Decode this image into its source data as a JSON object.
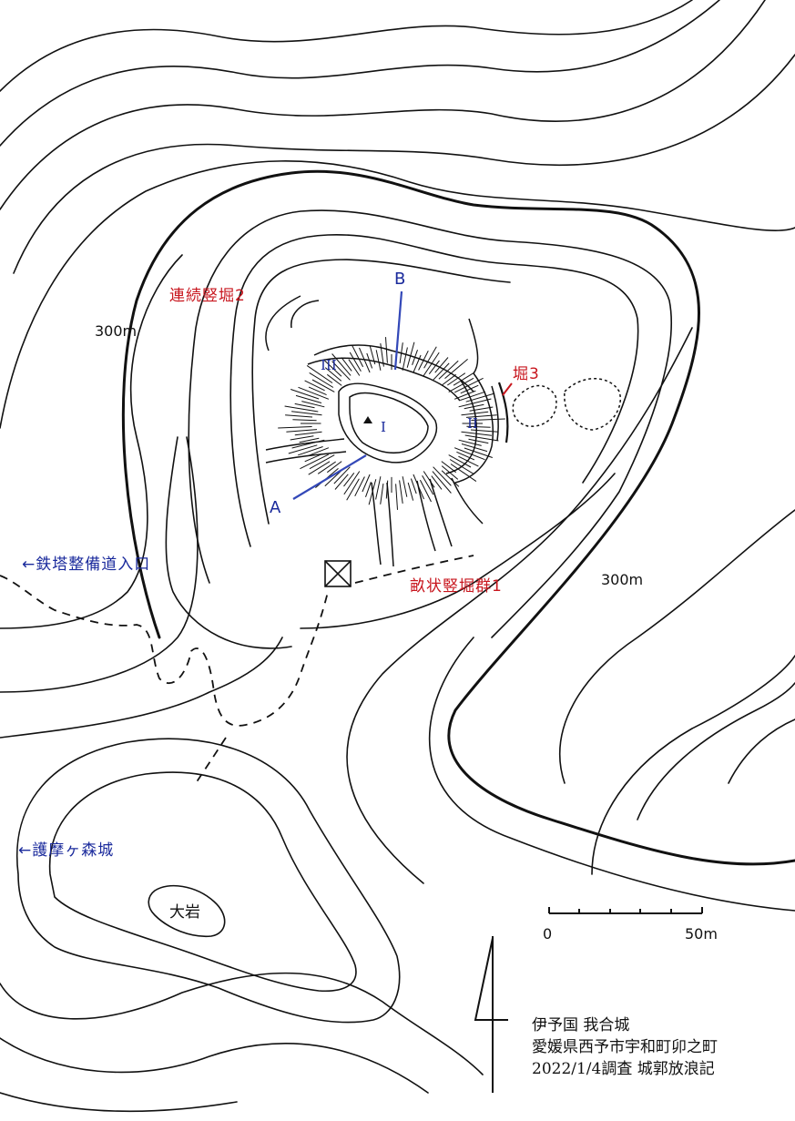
{
  "labels": {
    "renzoku_tatebori": "連続竪堀2",
    "unejo_tatebori": "畝状竪堀群1",
    "bori3": "堀3",
    "contour_300_left": "300m",
    "contour_300_right": "300m",
    "tetto_road": "←鉄塔整備道入口",
    "gomagamori": "←護摩ヶ森城",
    "oiwa": "大岩",
    "section_a": "A",
    "section_b": "B",
    "kuruwa_1": "I",
    "kuruwa_2": "II",
    "kuruwa_3": "III"
  },
  "scale_bar": {
    "start_label": "0",
    "end_label": "50m"
  },
  "info": {
    "line1": "伊予国 我合城",
    "line2": "愛媛県西予市宇和町卯之町",
    "line3": "2022/1/4調査 城郭放浪記"
  },
  "colors": {
    "red_label": "#c8161e",
    "blue_label": "#1a2a9c",
    "line": "#111111"
  },
  "icons": [
    "north-arrow-icon",
    "tower-icon"
  ]
}
